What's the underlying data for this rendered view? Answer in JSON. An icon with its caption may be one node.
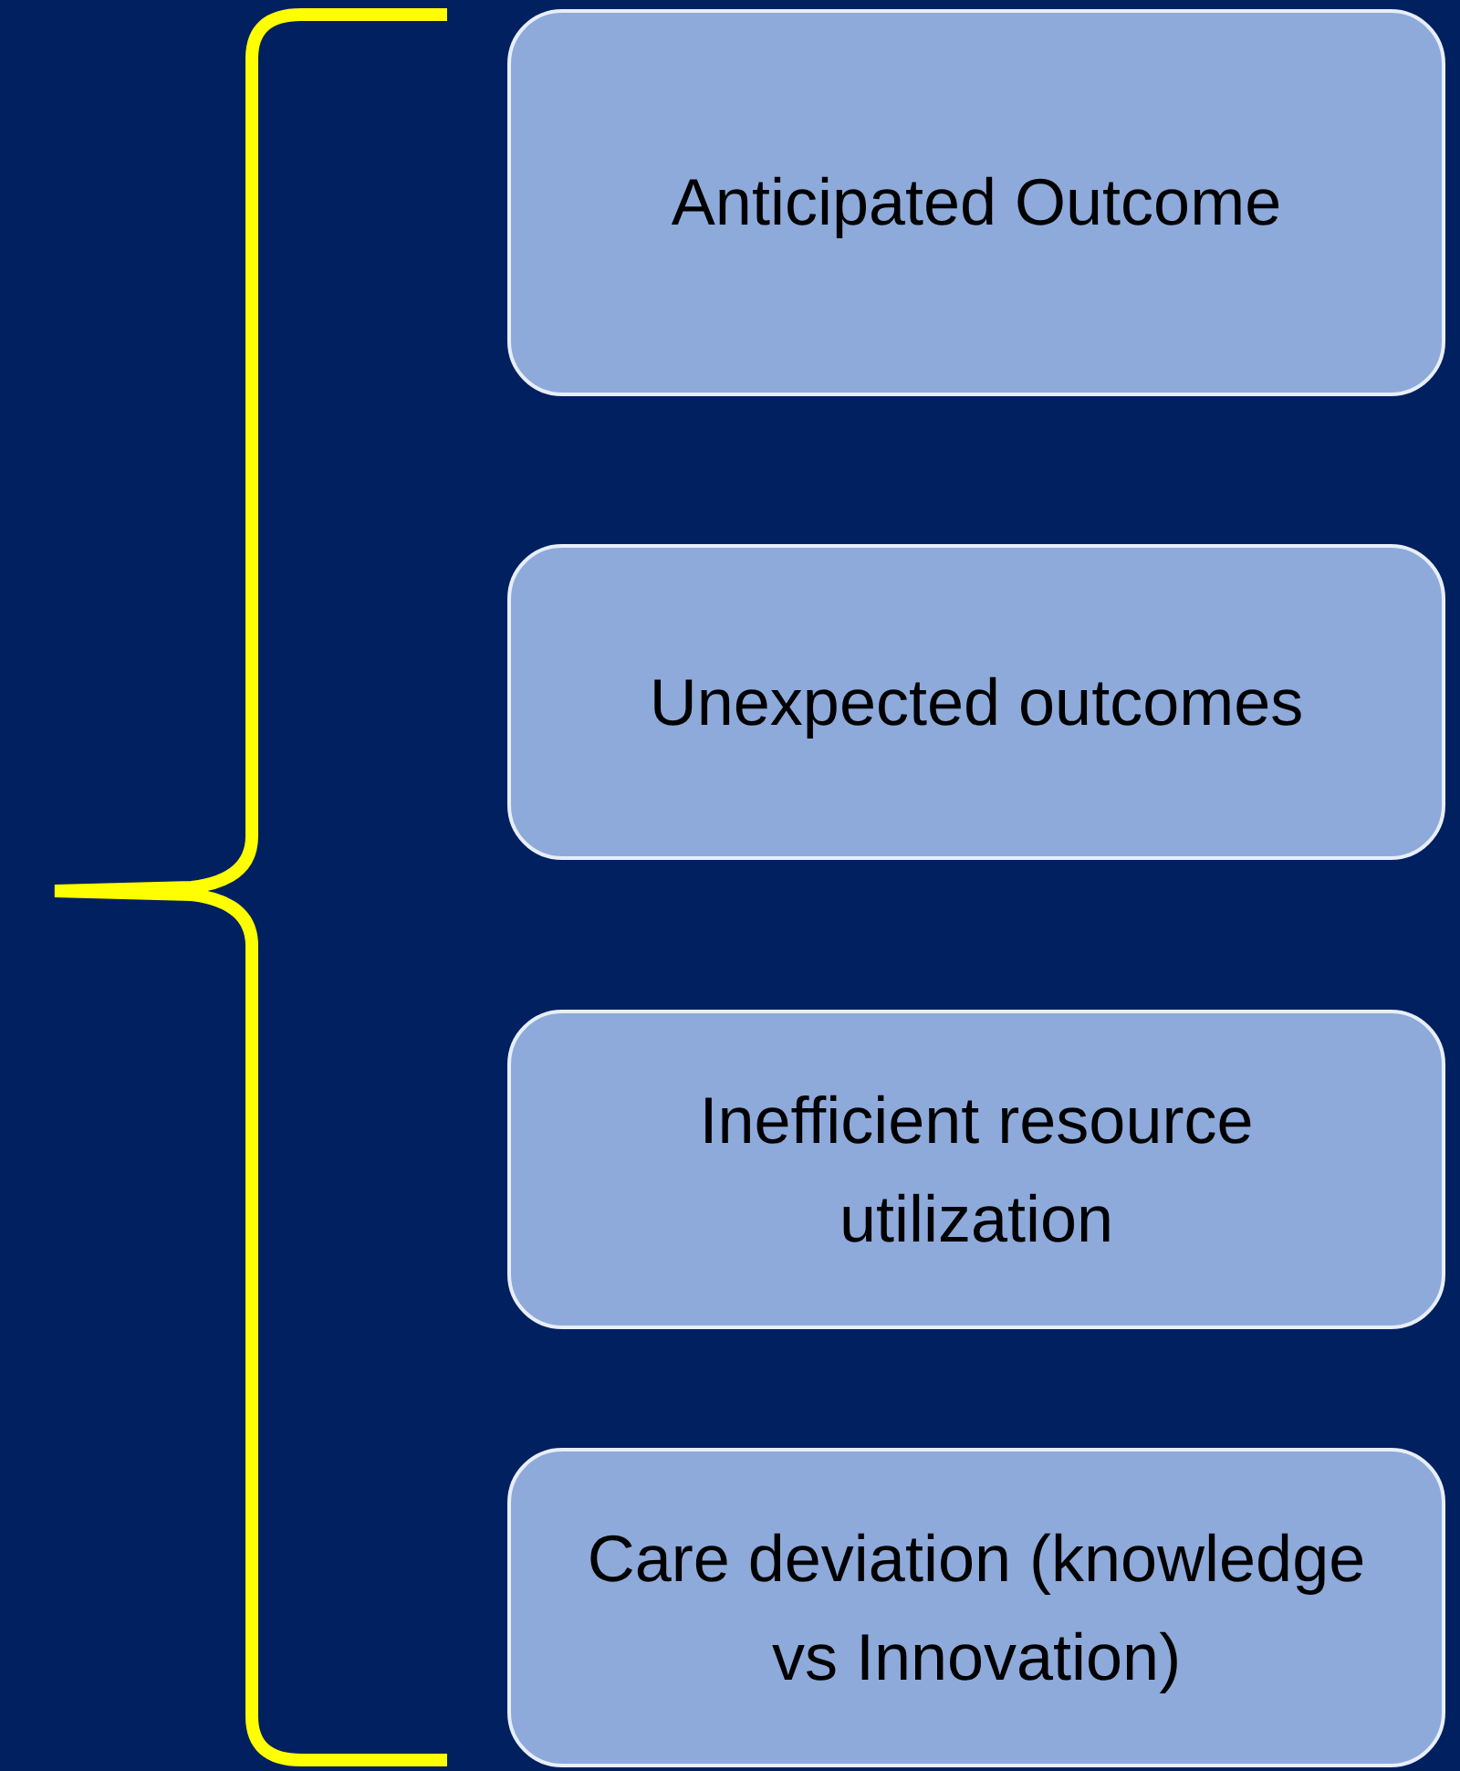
{
  "diagram": {
    "nodes": [
      {
        "text": [
          "Anticipated Outcome"
        ]
      },
      {
        "text": [
          "Unexpected outcomes"
        ]
      },
      {
        "text": [
          "Inefficient resource utilization"
        ]
      },
      {
        "text": [
          "Care deviation (knowledge vs Innovation)"
        ]
      }
    ]
  }
}
